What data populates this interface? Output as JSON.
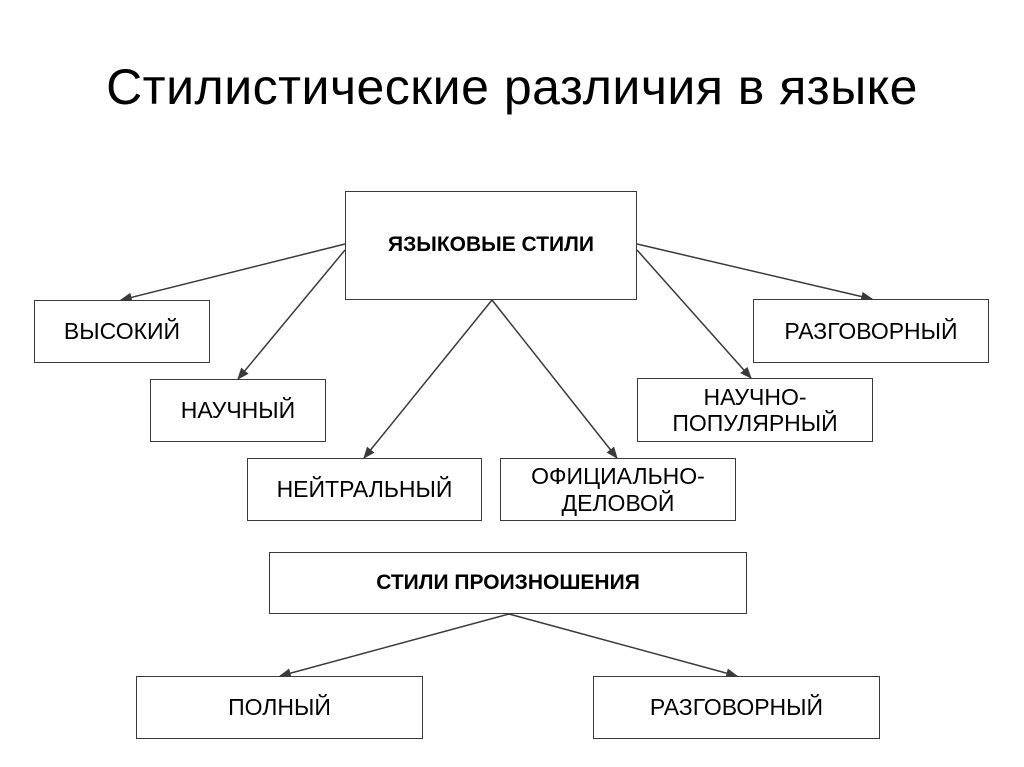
{
  "title": "Стилистические различия в языке",
  "language_styles": {
    "root": "ЯЗЫКОВЫЕ СТИЛИ",
    "high": "ВЫСОКИЙ",
    "scientific": "НАУЧНЫЙ",
    "neutral": "НЕЙТРАЛЬНЫЙ",
    "official": "ОФИЦИАЛЬНО-\nДЕЛОВОЙ",
    "popular_science": "НАУЧНО-\nПОПУЛЯРНЫЙ",
    "colloquial": "РАЗГОВОРНЫЙ"
  },
  "pronunciation_styles": {
    "root": "СТИЛИ   ПРОИЗНОШЕНИЯ",
    "full": "ПОЛНЫЙ",
    "colloquial": "РАЗГОВОРНЫЙ"
  },
  "colors": {
    "line": "#3a3a3a",
    "text": "#000000",
    "background": "#ffffff"
  }
}
